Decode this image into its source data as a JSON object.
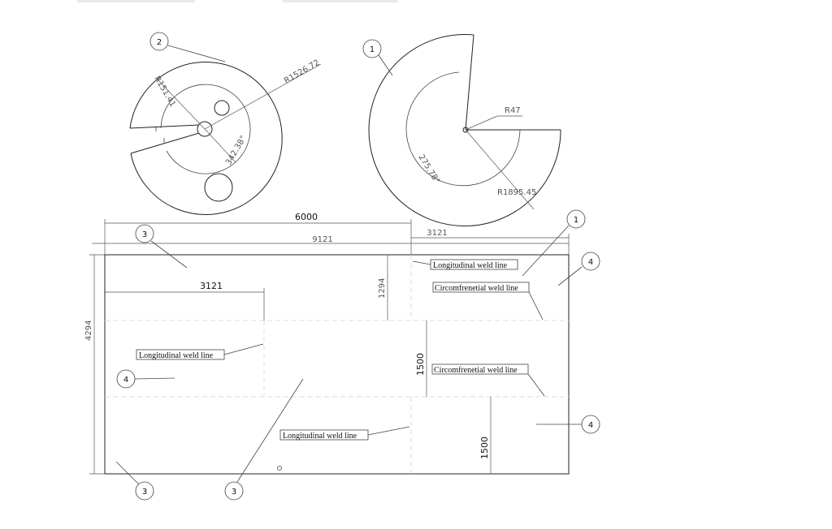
{
  "balloons": {
    "b1_top": "1",
    "b2_top": "2",
    "b1_right": "1",
    "b3_topleft": "3",
    "b4_right_top": "4",
    "b4_left": "4",
    "b4_right_bottom": "4",
    "b3_bottom_left": "3",
    "b3_bottom_mid": "3"
  },
  "part2": {
    "r_inner": "R151.41",
    "r_outer": "R1526.72",
    "angle": "342.38°"
  },
  "part1": {
    "r_inner": "R47",
    "r_outer": "R1895.45",
    "angle": "275.78°"
  },
  "plate": {
    "dim_6000": "6000",
    "dim_9121": "9121",
    "dim_3121_top": "3121",
    "dim_3121_inner": "3121",
    "dim_4294": "4294",
    "dim_1294": "1294",
    "dim_1500_mid": "1500",
    "dim_1500_bottom": "1500"
  },
  "labels": {
    "long_weld_top": "Longitudinal weld line",
    "circ_weld_top": "Circomfrenetial weld line",
    "long_weld_left": "Longitudinal weld line",
    "circ_weld_mid": "Circomfrenetial weld line",
    "long_weld_bottom": "Longitudinal weld line"
  }
}
